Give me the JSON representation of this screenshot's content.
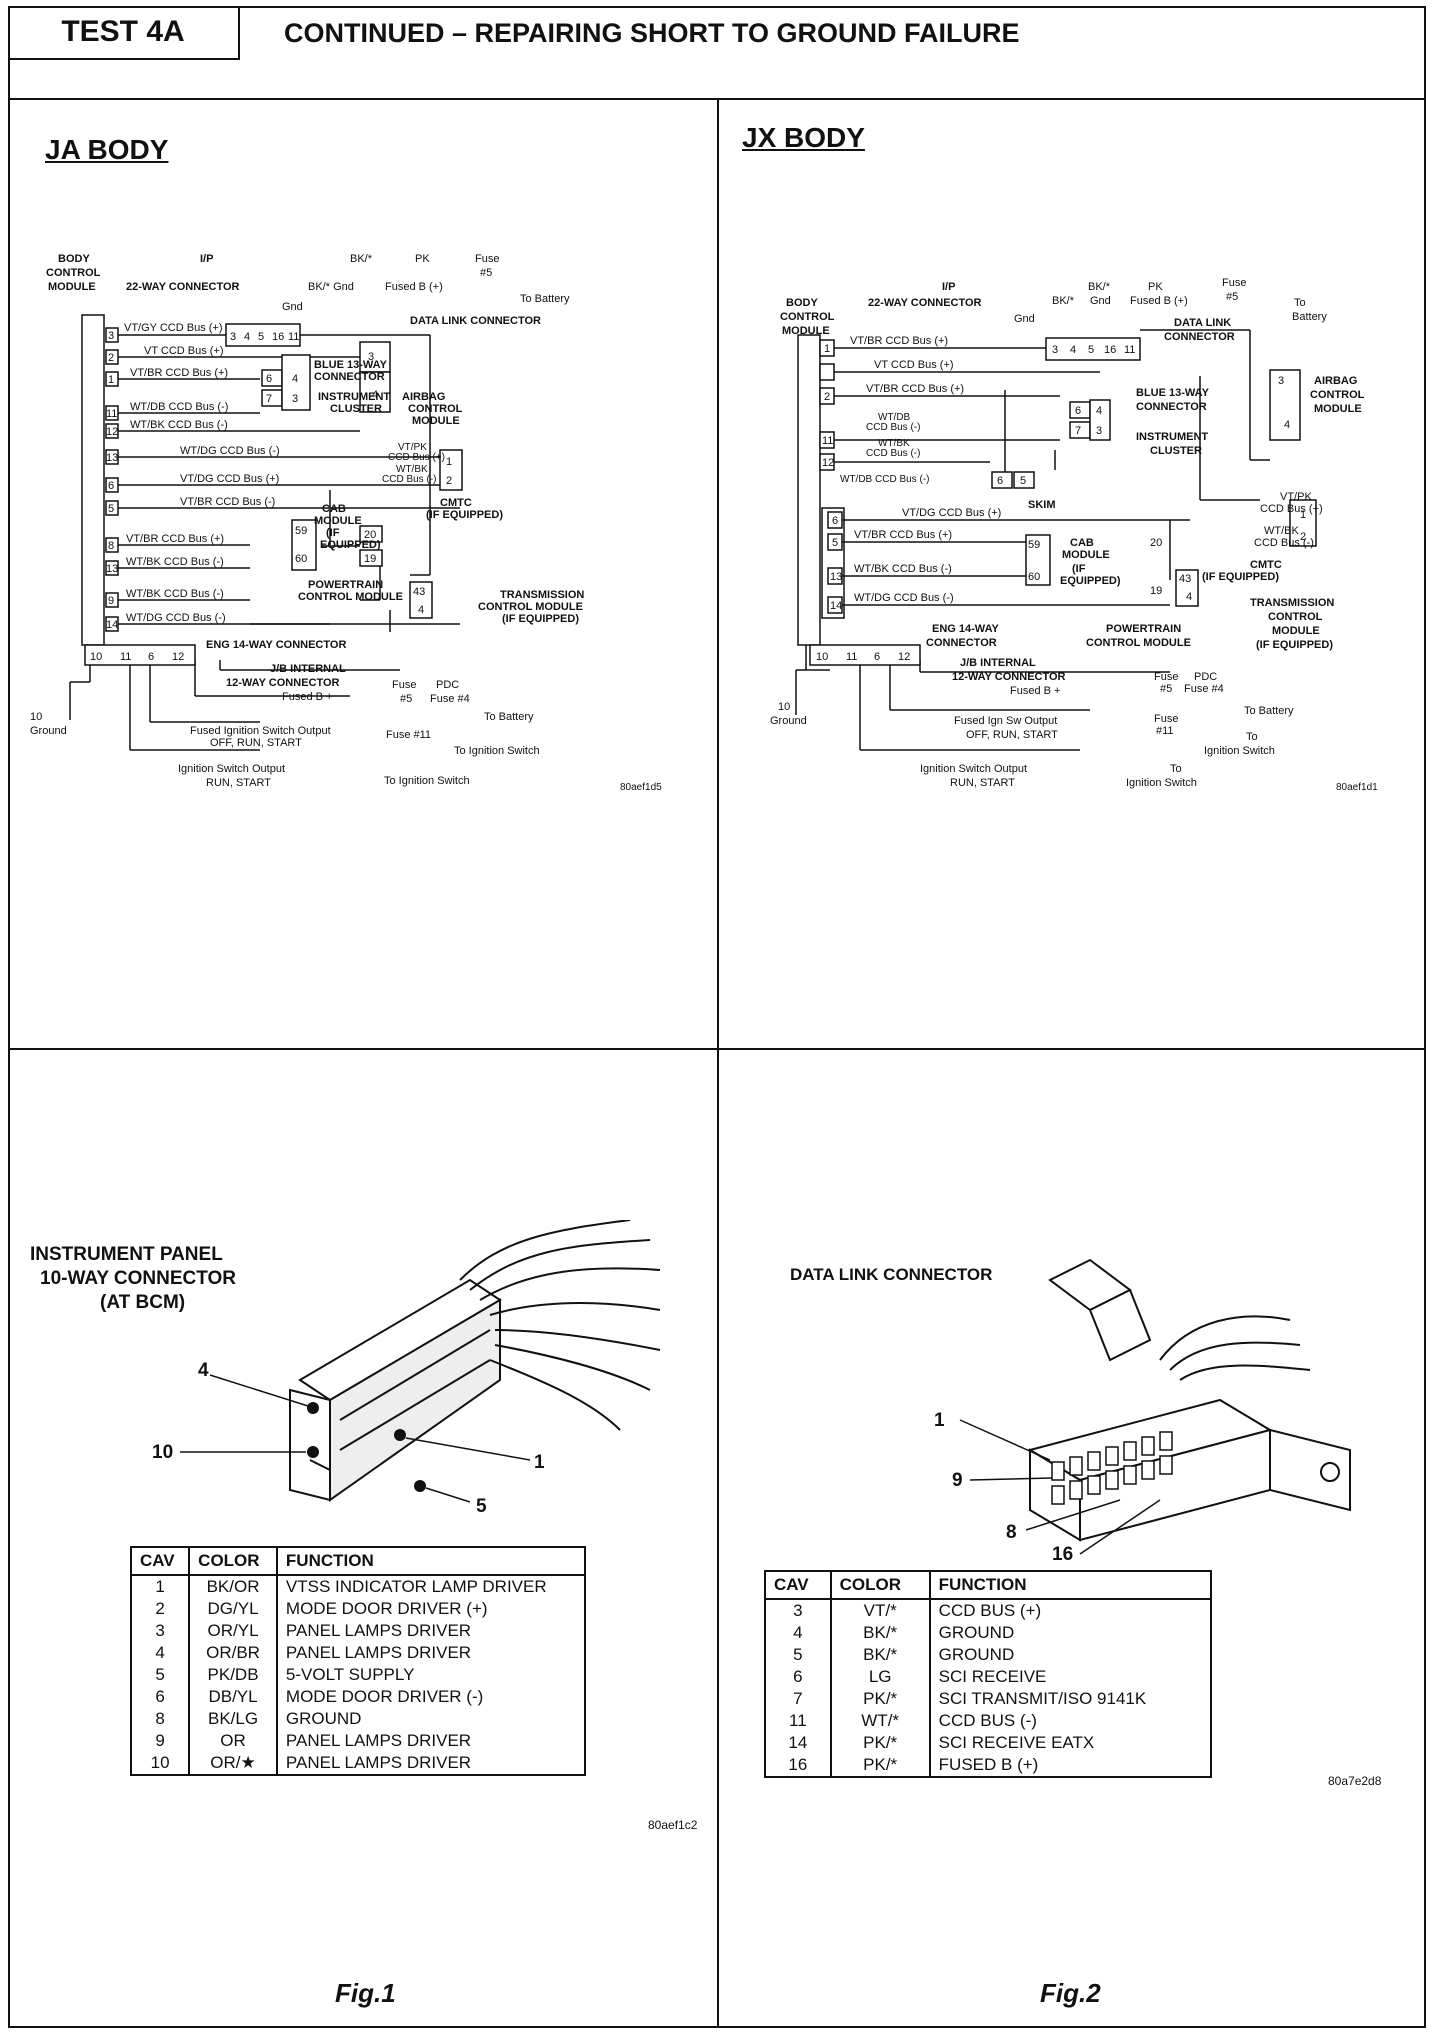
{
  "header": {
    "test": "TEST 4A",
    "title": "CONTINUED – REPAIRING SHORT TO GROUND FAILURE"
  },
  "ja": {
    "title": "JA BODY",
    "bcm": [
      "BODY",
      "CONTROL",
      "MODULE"
    ],
    "ip": [
      "I/P",
      "22-WAY CONNECTOR"
    ],
    "bkgnd": [
      "BK/*",
      "BK/* Gnd"
    ],
    "gnd": "Gnd",
    "pk": [
      "PK",
      "Fused B (+)"
    ],
    "fuse5": [
      "Fuse",
      "#5"
    ],
    "tobat": "To Battery",
    "dlc": "DATA LINK CONNECTOR",
    "dlc_pins": [
      "3",
      "4",
      "5",
      "16",
      "11"
    ],
    "bcm_pins": [
      "3",
      "2",
      "1",
      "11",
      "12",
      "13",
      "6",
      "5",
      "8",
      "13",
      "9",
      "14"
    ],
    "wires": [
      "VT/GY CCD Bus (+)",
      "VT CCD Bus (+)",
      "VT/BR CCD Bus (+)",
      "WT/DB CCD Bus (-)",
      "WT/BK CCD Bus (-)",
      "WT/DG CCD Bus (-)",
      "VT/DG CCD Bus (+)",
      "VT/BR CCD Bus (-)",
      "VT/BR CCD Bus (+)",
      "WT/BK CCD Bus (-)",
      "WT/BK CCD Bus (-)",
      "WT/DG CCD Bus (-)"
    ],
    "blue": [
      "BLUE 13-WAY",
      "CONNECTOR"
    ],
    "ic": [
      "INSTRUMENT",
      "CLUSTER"
    ],
    "ic_pins": [
      "6",
      "4",
      "7",
      "3"
    ],
    "airbag": [
      "AIRBAG",
      "CONTROL",
      "MODULE"
    ],
    "airbag_pins": [
      "3",
      "4"
    ],
    "cmtc_wires": [
      "VT/PK",
      "CCD Bus (+)",
      "WT/BK",
      "CCD Bus (-)"
    ],
    "cmtc": [
      "CMTC",
      "(IF EQUIPPED)"
    ],
    "cmtc_pins": [
      "1",
      "2"
    ],
    "cab": [
      "CAB",
      "MODULE",
      "(IF",
      "EQUIPPED)"
    ],
    "cab_pins": [
      "59",
      "60",
      "20",
      "19"
    ],
    "pcm": [
      "POWERTRAIN",
      "CONTROL MODULE"
    ],
    "tcm": [
      "TRANSMISSION",
      "CONTROL MODULE",
      "(IF EQUIPPED)"
    ],
    "tcm_pins": [
      "43",
      "4"
    ],
    "eng": "ENG 14-WAY CONNECTOR",
    "jb": [
      "J/B INTERNAL",
      "12-WAY CONNECTOR"
    ],
    "jb_pins": [
      "10",
      "11",
      "6",
      "12"
    ],
    "fused_b": "Fused B +",
    "fuse_pdc": [
      "Fuse",
      "PDC",
      "#5",
      "Fuse #4"
    ],
    "fuse11": "Fuse #11",
    "ground": [
      "10",
      "Ground"
    ],
    "fiso": [
      "Fused Ignition Switch Output",
      "OFF, RUN, START"
    ],
    "toign": "To Ignition Switch",
    "iso": [
      "Ignition Switch Output",
      "RUN, START"
    ],
    "code": "80aef1d5"
  },
  "jx": {
    "title": "JX BODY",
    "bcm": [
      "BODY",
      "CONTROL",
      "MODULE"
    ],
    "ip": [
      "I/P",
      "22-WAY CONNECTOR"
    ],
    "bkgnd": [
      "BK/*",
      "Gnd",
      "BK/*"
    ],
    "gnd": "Gnd",
    "pk": [
      "PK",
      "Fused B (+)"
    ],
    "fuse5": [
      "Fuse",
      "#5"
    ],
    "tobat": [
      "To",
      "Battery"
    ],
    "dlc": [
      "DATA LINK",
      "CONNECTOR"
    ],
    "dlc_pins": [
      "3",
      "4",
      "5",
      "16",
      "11"
    ],
    "bcm_pins": [
      "1",
      "2",
      "11",
      "12",
      "6",
      "5",
      "13",
      "14"
    ],
    "wires": [
      "VT/BR CCD Bus (+)",
      "VT CCD Bus (+)",
      "VT/BR CCD Bus (+)",
      "WT/DB",
      "CCD Bus (-)",
      "WT/BK",
      "CCD Bus (-)",
      "WT/DB CCD Bus (-)",
      "VT/DG CCD Bus (+)",
      "VT/BR CCD Bus (+)",
      "WT/BK CCD Bus (-)",
      "WT/DG CCD Bus (-)"
    ],
    "blue": [
      "BLUE 13-WAY",
      "CONNECTOR"
    ],
    "ic": [
      "INSTRUMENT",
      "CLUSTER"
    ],
    "ic_pins": [
      "6",
      "4",
      "7",
      "3"
    ],
    "skim": "SKIM",
    "skim_pins": [
      "6",
      "5"
    ],
    "airbag": [
      "AIRBAG",
      "CONTROL",
      "MODULE"
    ],
    "airbag_pins": [
      "3",
      "4"
    ],
    "cmtc_wires": [
      "VT/PK",
      "CCD Bus (+)",
      "WT/BK",
      "CCD Bus (-)"
    ],
    "cmtc": [
      "CMTC",
      "(IF EQUIPPED)"
    ],
    "cmtc_pins": [
      "1",
      "2"
    ],
    "cab": [
      "CAB",
      "MODULE",
      "(IF",
      "EQUIPPED)"
    ],
    "cab_pins": [
      "59",
      "60",
      "20",
      "19"
    ],
    "tcm": [
      "TRANSMISSION",
      "CONTROL",
      "MODULE",
      "(IF EQUIPPED)"
    ],
    "tcm_pins": [
      "43",
      "4"
    ],
    "eng": [
      "ENG 14-WAY",
      "CONNECTOR"
    ],
    "pcm": [
      "POWERTRAIN",
      "CONTROL MODULE"
    ],
    "jb": [
      "J/B INTERNAL",
      "12-WAY CONNECTOR"
    ],
    "jb_pins": [
      "10",
      "11",
      "6",
      "12"
    ],
    "fused_b": "Fused B +",
    "fuse_pdc": [
      "Fuse",
      "PDC",
      "#5",
      "Fuse #4"
    ],
    "tobat2": "To Battery",
    "fiso": [
      "Fused Ign Sw Output",
      "OFF, RUN, START"
    ],
    "fuse11": [
      "Fuse",
      "#11"
    ],
    "toign": [
      "To",
      "Ignition Switch"
    ],
    "ground": [
      "10",
      "Ground"
    ],
    "iso": [
      "Ignition Switch Output",
      "RUN, START"
    ],
    "toign2": [
      "To",
      "Ignition Switch"
    ],
    "code": "80aef1d1"
  },
  "fig1": {
    "title": [
      "INSTRUMENT PANEL",
      "10-WAY CONNECTOR",
      "(AT BCM)"
    ],
    "callouts": [
      "4",
      "10",
      "1",
      "5"
    ],
    "headers": [
      "CAV",
      "COLOR",
      "FUNCTION"
    ],
    "rows": [
      [
        "1",
        "BK/OR",
        "VTSS INDICATOR LAMP DRIVER"
      ],
      [
        "2",
        "DG/YL",
        "MODE DOOR DRIVER (+)"
      ],
      [
        "3",
        "OR/YL",
        "PANEL LAMPS DRIVER"
      ],
      [
        "4",
        "OR/BR",
        "PANEL LAMPS DRIVER"
      ],
      [
        "5",
        "PK/DB",
        "5-VOLT SUPPLY"
      ],
      [
        "6",
        "DB/YL",
        "MODE DOOR DRIVER (-)"
      ],
      [
        "8",
        "BK/LG",
        "GROUND"
      ],
      [
        "9",
        "OR",
        "PANEL LAMPS DRIVER"
      ],
      [
        "10",
        "OR/★",
        "PANEL LAMPS DRIVER"
      ]
    ],
    "code": "80aef1c2",
    "caption": "Fig.1"
  },
  "fig2": {
    "title": "DATA LINK CONNECTOR",
    "callouts": [
      "1",
      "9",
      "8",
      "16"
    ],
    "headers": [
      "CAV",
      "COLOR",
      "FUNCTION"
    ],
    "rows": [
      [
        "3",
        "VT/*",
        "CCD BUS (+)"
      ],
      [
        "4",
        "BK/*",
        "GROUND"
      ],
      [
        "5",
        "BK/*",
        "GROUND"
      ],
      [
        "6",
        "LG",
        "SCI RECEIVE"
      ],
      [
        "7",
        "PK/*",
        "SCI TRANSMIT/ISO 9141K"
      ],
      [
        "11",
        "WT/*",
        "CCD BUS (-)"
      ],
      [
        "14",
        "PK/*",
        "SCI RECEIVE EATX"
      ],
      [
        "16",
        "PK/*",
        "FUSED B (+)"
      ]
    ],
    "code": "80a7e2d8",
    "caption": "Fig.2"
  }
}
